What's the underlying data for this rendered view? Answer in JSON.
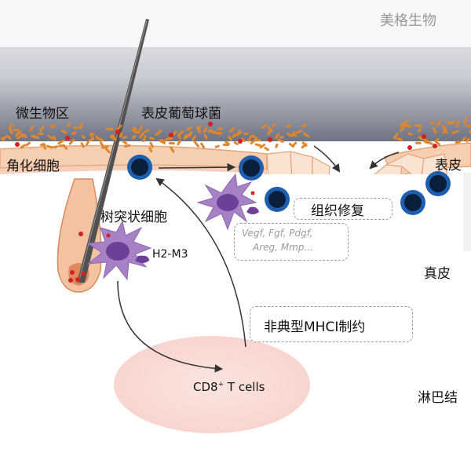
{
  "watermark": "美格生物",
  "labels": {
    "microbe_zone": "微生物区",
    "staph": "表皮葡萄球菌",
    "keratinocyte": "角化细胞",
    "epidermis": "表皮",
    "dendritic": "树突状细胞",
    "h2m3": "H2-M3",
    "tissue_repair": "组织修复",
    "factors_line1": "Vegf, Fgf, Pdgf,",
    "factors_line2": "Areg, Mmp...",
    "dermis": "真皮",
    "mhc": "非典型MHCI制约",
    "cd8_prefix": "CD8",
    "cd8_sup": "+",
    "cd8_suffix": " T cells",
    "lymph_node": "淋巴结"
  },
  "colors": {
    "sky_top": "#f2f2f4",
    "sky_bottom": "#7b7f8f",
    "skin": "#f6cfb1",
    "skin_edge": "#e3a47a",
    "bacteria": "#e0862d",
    "bacteria_dot": "#d61f1f",
    "tcell_outer": "#1d5fae",
    "tcell_inner": "#0b1f3d",
    "dendritic": "#a682c5",
    "dendritic_dark": "#6c3f98",
    "lymph": "#f9dcd6",
    "arrow": "#333333"
  }
}
